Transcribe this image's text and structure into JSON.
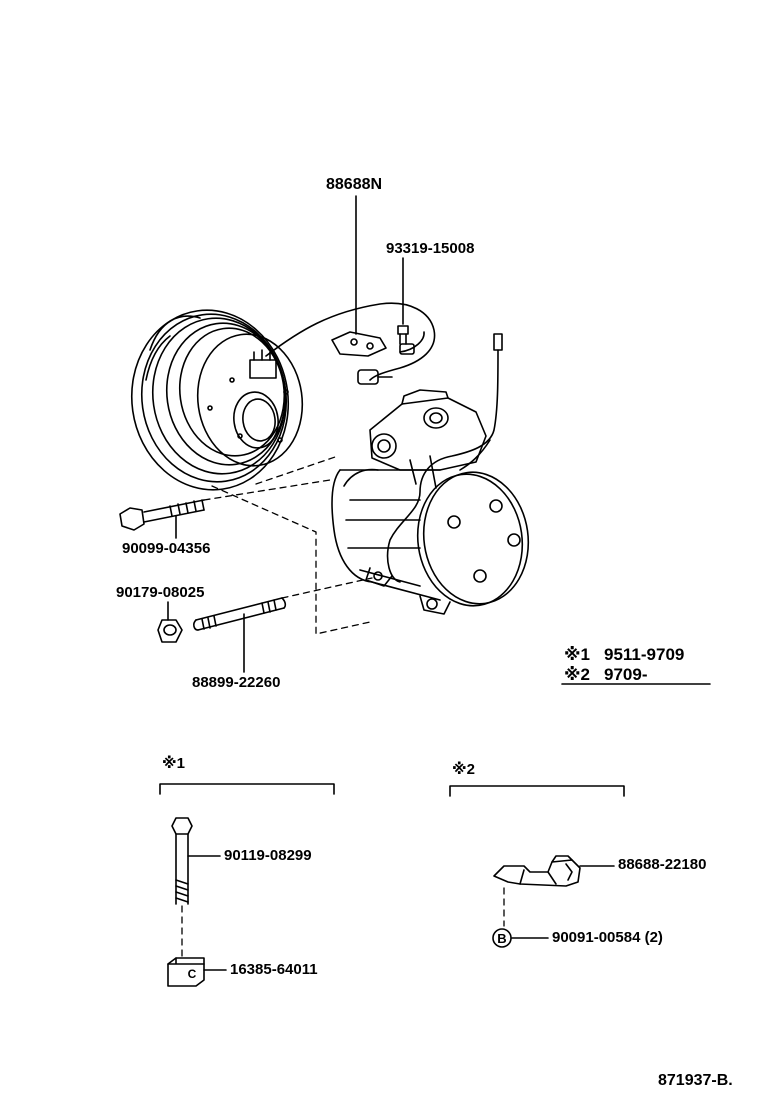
{
  "parts": {
    "harness": "88688N",
    "screw_top": "93319-15008",
    "bolt_long": "90099-04356",
    "nut": "90179-08025",
    "stud": "88899-22260",
    "bolt_sub1": "90119-08299",
    "block_sub1": "16385-64011",
    "bracket_sub2": "88688-22180",
    "clip_sub2": "90091-00584 (2)"
  },
  "notes": {
    "n1": {
      "mark": "※1",
      "range": "9511-9709"
    },
    "n2": {
      "mark": "※2",
      "range": "9709-"
    }
  },
  "groups": {
    "g1": "※1",
    "g2": "※2"
  },
  "markers": {
    "block_letter": "C",
    "clip_letter": "B"
  },
  "footer": {
    "diagram_id": "871937-B."
  }
}
